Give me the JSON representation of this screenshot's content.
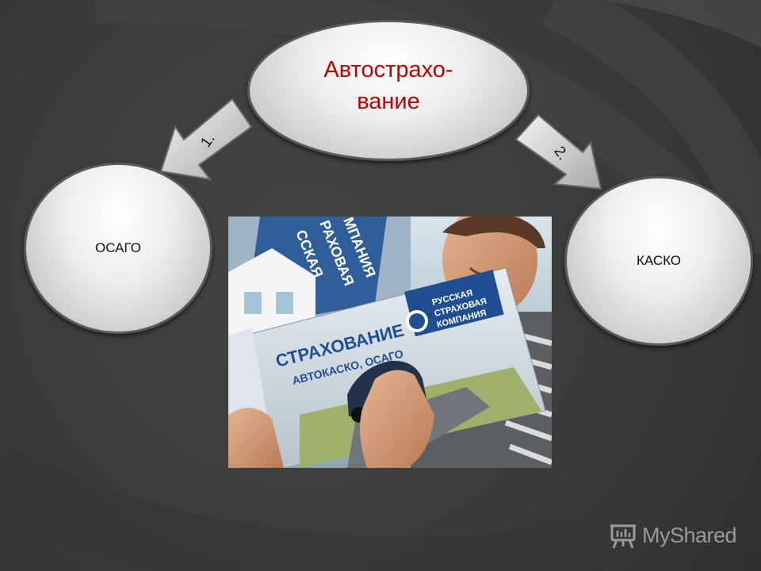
{
  "diagram": {
    "root": {
      "label": "Автострахо-\nвание"
    },
    "branches": [
      {
        "number": "1.",
        "label": "ОСАГО"
      },
      {
        "number": "2.",
        "label": "КАСКО"
      }
    ]
  },
  "photo": {
    "brochure_title": "СТРАХОВАНИЕ",
    "brochure_subtitle": "АВТОКАСКО, ОСАГО",
    "company_line1": "РУССКАЯ",
    "company_line2": "СТРАХОВАЯ",
    "company_line3": "КОМПАНИЯ",
    "banner_line1": "ССКАЯ",
    "banner_line2": "РАХОВАЯ",
    "banner_line3": "МПАНИЯ"
  },
  "watermark": {
    "text": "MyShared"
  }
}
